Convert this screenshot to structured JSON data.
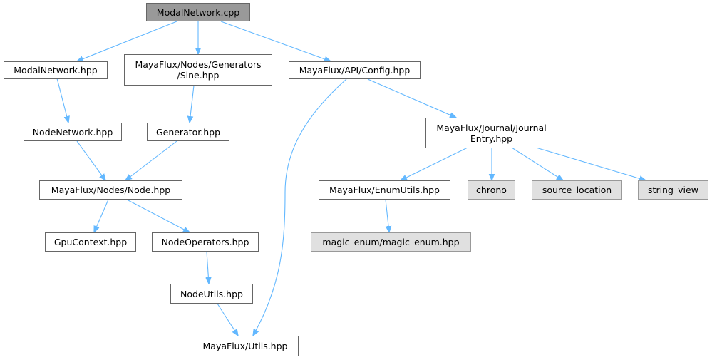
{
  "colors": {
    "edge": "#63b8ff",
    "border": "#666666",
    "root_fill": "#999999",
    "system_fill": "#e0e0e0"
  },
  "nodes": {
    "modalnetwork_cpp": "ModalNetwork.cpp",
    "modalnetwork_hpp": "ModalNetwork.hpp",
    "sine_hpp": "MayaFlux/Nodes/Generators\n/Sine.hpp",
    "config_hpp": "MayaFlux/API/Config.hpp",
    "nodenetwork_hpp": "NodeNetwork.hpp",
    "generator_hpp": "Generator.hpp",
    "journal_entry_hpp": "MayaFlux/Journal/Journal\nEntry.hpp",
    "node_hpp": "MayaFlux/Nodes/Node.hpp",
    "enumutils_hpp": "MayaFlux/EnumUtils.hpp",
    "chrono": "chrono",
    "source_location": "source_location",
    "string_view": "string_view",
    "gpucontext_hpp": "GpuContext.hpp",
    "nodeoperators_hpp": "NodeOperators.hpp",
    "magic_enum_hpp": "magic_enum/magic_enum.hpp",
    "nodeutils_hpp": "NodeUtils.hpp",
    "utils_hpp": "MayaFlux/Utils.hpp"
  }
}
